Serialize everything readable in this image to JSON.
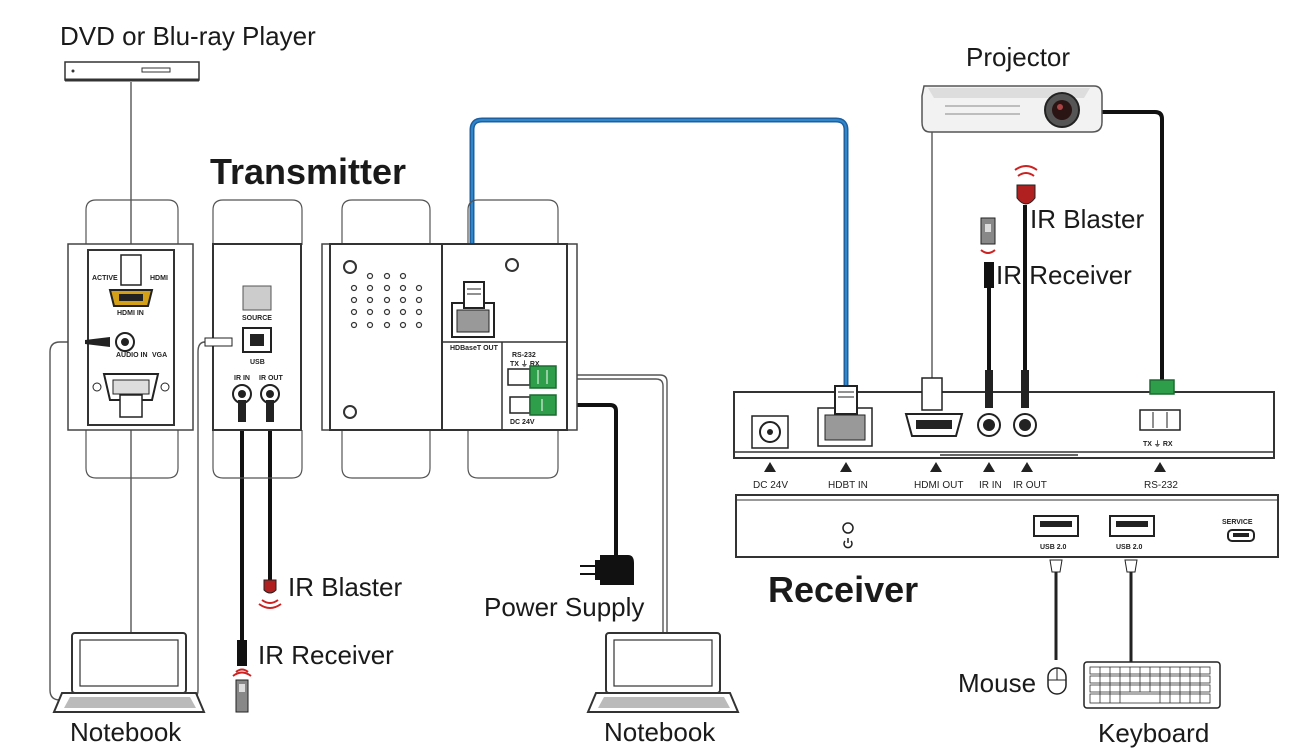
{
  "labels": {
    "dvd_player": "DVD or Blu-ray Player",
    "transmitter": "Transmitter",
    "receiver": "Receiver",
    "projector": "Projector",
    "ir_blaster_rx": "IR Blaster",
    "ir_receiver_rx": "IR  Receiver",
    "ir_blaster_tx": "IR Blaster",
    "ir_receiver_tx": "IR Receiver",
    "power_supply": "Power Supply",
    "notebook_left": "Notebook",
    "notebook_mid": "Notebook",
    "mouse": "Mouse",
    "keyboard": "Keyboard"
  },
  "tx_panel_labels": {
    "active": "ACTIVE",
    "hdmi": "HDMI",
    "hdmi_in": "HDMI IN",
    "audio_in": "AUDIO IN",
    "vga": "VGA",
    "source": "SOURCE",
    "usb": "USB",
    "ir_in": "IR IN",
    "ir_out": "IR OUT",
    "hdbaset_out": "HDBaseT OUT",
    "rs232": "RS-232",
    "tx_rx": "TX ⏚ RX",
    "dc24v": "DC 24V"
  },
  "rx_panel_labels": {
    "dc24v": "DC 24V",
    "hdbt_in": "HDBT IN",
    "hdmi_out": "HDMI OUT",
    "ir_in": "IR IN",
    "ir_out": "IR OUT",
    "rs232": "RS-232",
    "tx_rx": "TX ⏚ RX",
    "usb_a": "USB 2.0",
    "usb_b": "USB 2.0",
    "service": "SERVICE"
  },
  "colors": {
    "hdbaset_cable": "#1e5fa0",
    "terminal_green": "#2e9e4a",
    "ir_red": "#cc2222",
    "hdmi_gold": "#d4a017"
  }
}
